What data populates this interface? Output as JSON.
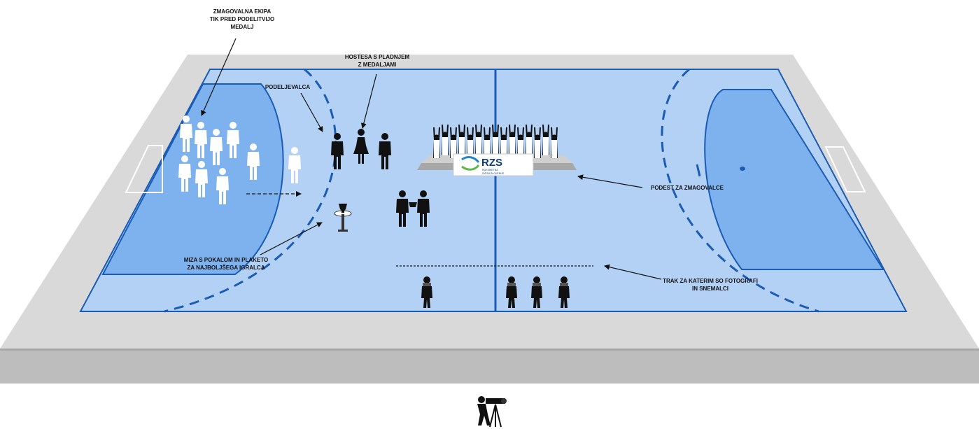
{
  "labels": {
    "winning_team": [
      "ZMAGOVALNA EKIPA",
      "TIK PRED PODELITVIJO",
      "MEDALJ"
    ],
    "hostess": [
      "HOSTESA S PLADNJEM",
      "Z MEDALJAMI"
    ],
    "presenters": "PODELJEVALCA",
    "podium": "PODEST ZA ZMAGOVALCE",
    "table": [
      "MIZA S POKALOM IN PLAKETO",
      "ZA NAJBOLJŠEGA IGRALCA"
    ],
    "photo_line": [
      "TRAK ZA KATERIM SO FOTOGRAFI",
      "IN SNEMALCI"
    ]
  },
  "podium_sign": {
    "brand": "RZS",
    "line1": "ROKOMETNA",
    "line2": "ZVEZA SLOVENIJE"
  },
  "icons": [
    "player-figure-icon",
    "official-figure-icon",
    "hostess-figure-icon",
    "trophy-icon",
    "photographer-icon",
    "camera-tripod-icon",
    "cheering-team-icon",
    "arrow-icon"
  ],
  "colors": {
    "platform_top": "#d9d9d9",
    "platform_side": "#b8b8b8",
    "court": "#b3d1f5",
    "goal_area": "#7db2ee",
    "court_lines": "#1a5bb5"
  }
}
